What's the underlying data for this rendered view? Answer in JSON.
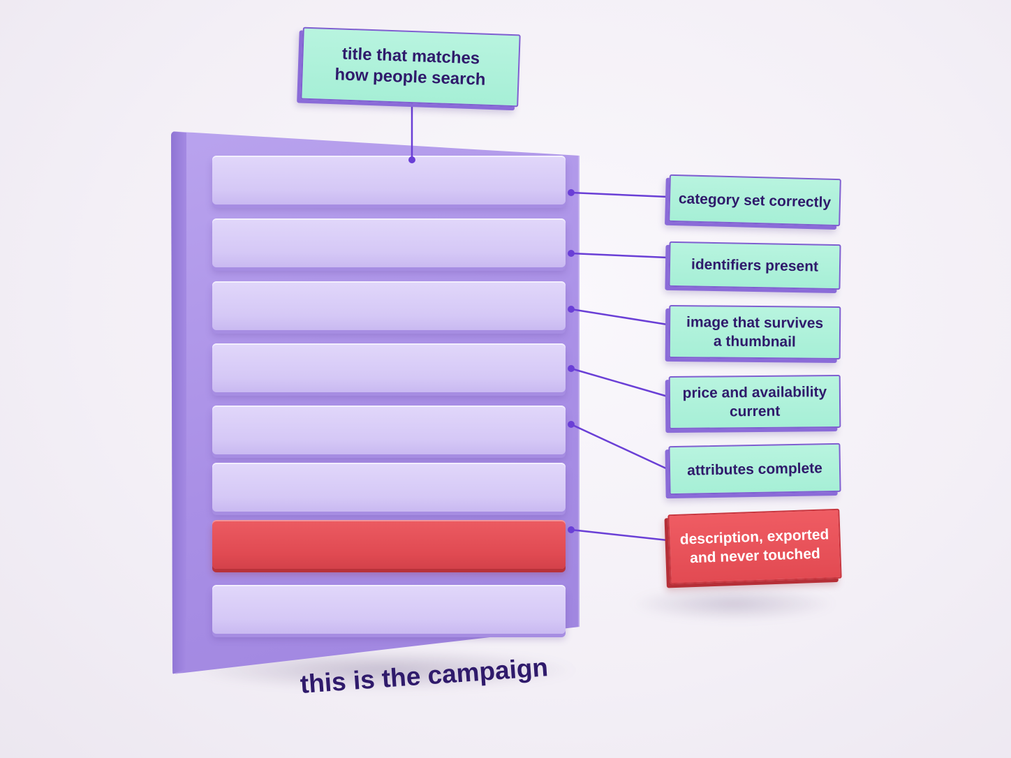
{
  "top_label": {
    "line1": "title that matches",
    "line2": "how people search"
  },
  "labels": [
    {
      "line1": "category set correctly",
      "line2": "",
      "status": "ok"
    },
    {
      "line1": "identifiers present",
      "line2": "",
      "status": "ok"
    },
    {
      "line1": "image that survives",
      "line2": "a thumbnail",
      "status": "ok"
    },
    {
      "line1": "price and availability",
      "line2": "current",
      "status": "ok"
    },
    {
      "line1": "attributes complete",
      "line2": "",
      "status": "ok"
    },
    {
      "line1": "description, exported",
      "line2": "and never touched",
      "status": "problem"
    }
  ],
  "rows": [
    {
      "status": "ok"
    },
    {
      "status": "ok"
    },
    {
      "status": "ok"
    },
    {
      "status": "ok"
    },
    {
      "status": "ok"
    },
    {
      "status": "ok"
    },
    {
      "status": "problem"
    },
    {
      "status": "ok"
    }
  ],
  "caption": "this is the campaign",
  "colors": {
    "slab": "#a98fe6",
    "row": "#d8ccf7",
    "label": "#a6efd6",
    "problem": "#e04a52",
    "text": "#2f1a6b",
    "connector": "#6a3fd6"
  }
}
